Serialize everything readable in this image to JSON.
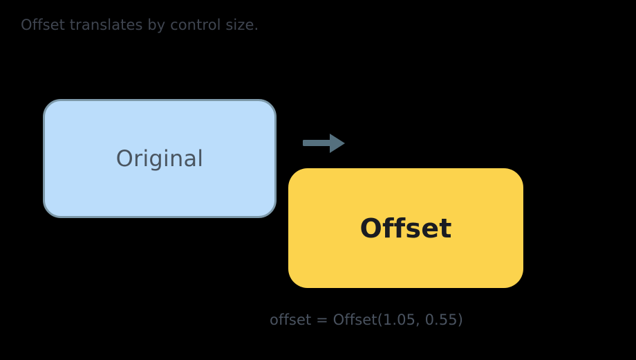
{
  "background_color": "#000000",
  "title": {
    "text": "Offset translates by control size.",
    "color": "#3f4550"
  },
  "original_box": {
    "label": "Original",
    "fill_color": "#bbddfb",
    "border_color": "#7d99a9",
    "text_color": "#4a5560"
  },
  "offset_box": {
    "label": "Offset",
    "fill_color": "#fcd34d",
    "text_color": "#1a1c22"
  },
  "arrow": {
    "name": "right-arrow",
    "color": "#55707e",
    "direction": "right"
  },
  "caption": {
    "text": "offset = Offset(1.05, 0.55)",
    "color": "#4a5360"
  },
  "diagram_data": {
    "type": "diagram",
    "concept": "offset",
    "offset_dx": 1.05,
    "offset_dy": 0.55,
    "nodes": [
      {
        "id": "original",
        "label": "Original",
        "role": "source"
      },
      {
        "id": "offset",
        "label": "Offset",
        "role": "result"
      }
    ],
    "edges": [
      {
        "from": "original",
        "to": "offset",
        "style": "arrow"
      }
    ]
  }
}
